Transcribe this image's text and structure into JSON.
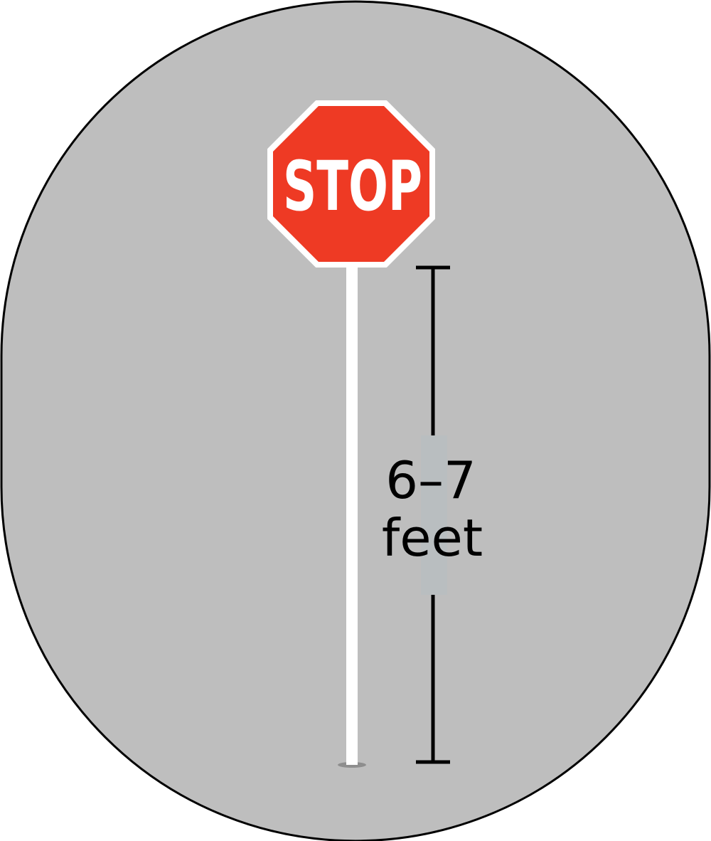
{
  "sign": {
    "text": "STOP",
    "color": "#EE3A24",
    "border_color": "#FFFFFF",
    "text_color": "#FFFFFF"
  },
  "post": {
    "color": "#FFFFFF"
  },
  "measurement": {
    "value": "6–7",
    "unit": "feet",
    "line_color": "#000000",
    "label_bg_color": "#B9BEC0"
  },
  "background": {
    "color": "#BEBEBE",
    "outline_color": "#000000"
  }
}
